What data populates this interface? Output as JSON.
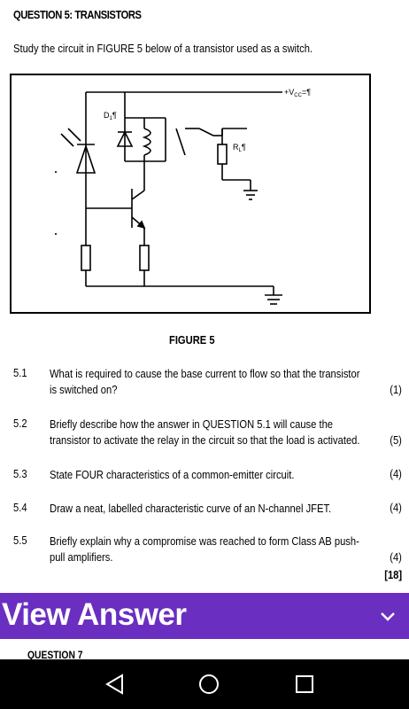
{
  "question": {
    "title": "QUESTION 5: TRANSISTORS",
    "intro": "Study the circuit in FIGURE 5 below of a transistor used as a switch."
  },
  "figure": {
    "caption": "FIGURE 5",
    "labels": {
      "vcc": "+V",
      "vcc_sub": "CC",
      "vcc_val": "=¶",
      "diode": "D",
      "diode_sub": "1",
      "diode_sym": "¶",
      "resistor": "R",
      "resistor_sub": "L",
      "resistor_sym": "¶"
    }
  },
  "items": [
    {
      "num": "5.1",
      "text": "What is required to cause the base current to flow so that the transistor is switched on?",
      "mark": "(1)"
    },
    {
      "num": "5.2",
      "text": "Briefly describe how the answer in QUESTION 5.1 will cause the transistor to activate the relay in the circuit so that the load is activated.",
      "mark": "(5)"
    },
    {
      "num": "5.3",
      "text": "State FOUR characteristics of a common-emitter circuit.",
      "mark": "(4)"
    },
    {
      "num": "5.4",
      "text": "Draw a neat, labelled characteristic curve of an N-channel JFET.",
      "mark": "(4)"
    },
    {
      "num": "5.5",
      "text": "Briefly explain why a compromise was reached to form Class AB push-pull amplifiers.",
      "mark": "(4)"
    }
  ],
  "total": "[18]",
  "view_answer": {
    "label": "View Answer",
    "icon": "chevron-down-icon"
  },
  "next_question": "QUESTION 7",
  "nav": {
    "back_icon": "back-triangle-icon",
    "home_icon": "home-circle-icon",
    "recents_icon": "recents-square-icon"
  }
}
